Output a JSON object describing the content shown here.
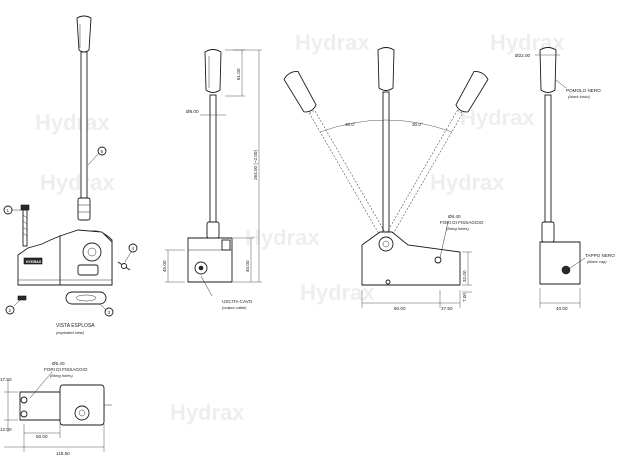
{
  "watermark": "Hydrax",
  "exploded": {
    "title": "VISTA ESPLOSA",
    "subtitle": "(exploded view)",
    "callouts": [
      "1",
      "2",
      "3",
      "4",
      "5"
    ],
    "badge": "HYDRAX"
  },
  "side_view": {
    "dims": [
      "61.00",
      "Ø8.00",
      "264.00 (~2.00)",
      "40.00",
      "45.00"
    ],
    "note_title": "USCITA CAVO",
    "note_sub": "(output cable)"
  },
  "front_view": {
    "angles": [
      "30.0°",
      "30.0°"
    ],
    "hole_dim": "Ø6.40",
    "hole_title": "FORI DI FISSAGGIO",
    "hole_sub": "(fixing holes)",
    "dims": [
      "60.00",
      "27.50",
      "32.00",
      "7.00"
    ]
  },
  "right_view": {
    "dims": [
      "Ø22.00",
      "40.00"
    ],
    "knob_title": "POMOLO NERO",
    "knob_sub": "(black knob)",
    "cap_title": "TAPPO NERO",
    "cap_sub": "(black cap)"
  },
  "bottom_view": {
    "hole_dim": "Ø6.40",
    "hole_title": "FORI DI FISSAGGIO",
    "hole_sub": "(fixing holes)",
    "dims": [
      "50.00",
      "118.50",
      "17.50",
      "12.00"
    ]
  }
}
